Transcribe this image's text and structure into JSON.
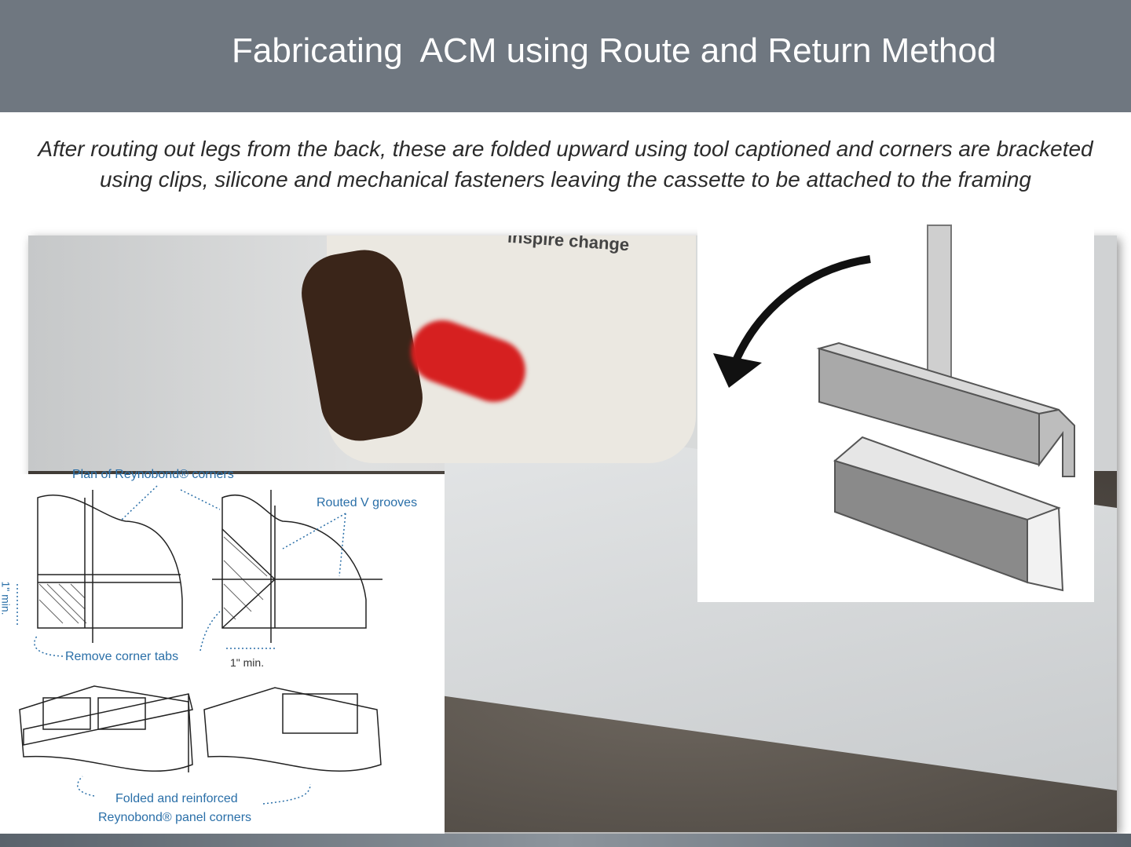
{
  "header": {
    "title": "Fabricating  ACM using Route and Return Method"
  },
  "subtitle": "After routing out legs from the back, these are folded upward using tool captioned and corners are bracketed using clips, silicone and mechanical fasteners leaving the cassette to be attached to the framing",
  "photo": {
    "shirt_text": "inspire change"
  },
  "diagram": {
    "plan_label": "Plan of Reynobond® corners",
    "routed_label": "Routed V grooves",
    "min_vertical": "1\" min.",
    "remove_label": "Remove corner tabs",
    "min_horizontal": "1\" min.",
    "folded_label_1": "Folded and reinforced",
    "folded_label_2": "Reynobond® panel corners"
  },
  "colors": {
    "header": "#6f7780",
    "annotation": "#2a6fa8"
  }
}
